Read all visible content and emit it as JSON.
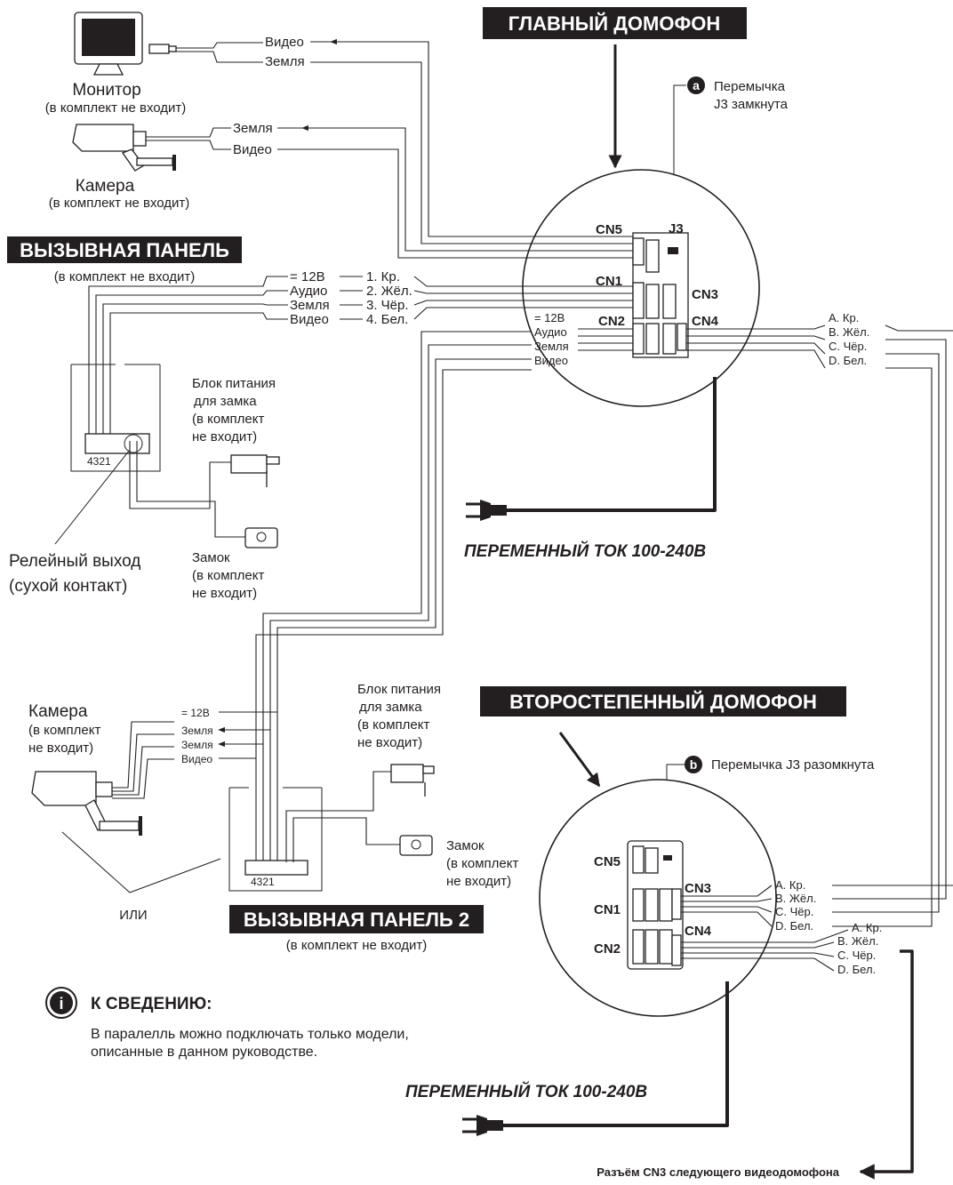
{
  "main_unit": {
    "title": "ГЛАВНЫЙ ДОМОФОН",
    "jumper_marker": "a",
    "jumper_note_1": "Перемычка",
    "jumper_note_2": "J3 замкнута",
    "j3": "J3",
    "cn5": "CN5",
    "cn1": "CN1",
    "cn2": "CN2",
    "cn3": "CN3",
    "cn4": "CN4",
    "ac_power": "ПЕРЕМЕННЫЙ ТОК 100-240В"
  },
  "monitor": {
    "title": "Монитор",
    "note": "(в комплект не входит)",
    "wire_video": "Видео",
    "wire_ground": "Земля"
  },
  "camera_top": {
    "title": "Камера",
    "note": "(в комплект не входит)",
    "wire_ground": "Земля",
    "wire_video": "Видео"
  },
  "call_panel_1": {
    "title": "ВЫЗЫВНАЯ ПАНЕЛЬ",
    "note": "(в комплект не входит)",
    "panel_wires": [
      "= 12В",
      "Аудио",
      "Земля",
      "Видео"
    ],
    "unit_wires": [
      "1. Кр.",
      "2. Жёл.",
      "3. Чёр.",
      "4. Бел."
    ],
    "terminal_numbers": "4321",
    "relay_output_1": "Релейный выход",
    "relay_output_2": "(сухой контакт)",
    "psu": [
      "Блок питания",
      "для замка",
      "(в комплект",
      "не входит)"
    ],
    "lock": [
      "Замок",
      "(в комплект",
      "не входит)"
    ]
  },
  "cn2_wires": [
    "= 12В",
    "Аудио",
    "Земля",
    "Видео"
  ],
  "cn4_wires_main": [
    "A. Кр.",
    "B. Жёл.",
    "C. Чёр.",
    "D. Бел."
  ],
  "call_panel_2": {
    "title": "ВЫЗЫВНАЯ ПАНЕЛЬ 2",
    "note": "(в комплект не входит)",
    "camera_title": [
      "Камера",
      "(в комплект",
      "не входит)"
    ],
    "camera_wires": [
      "= 12В",
      "Земля",
      "Земля",
      "Видео"
    ],
    "terminal_numbers": "4321",
    "or_label": "ИЛИ",
    "psu": [
      "Блок питания",
      "для замка",
      "(в комплект",
      "не входит)"
    ],
    "lock": [
      "Замок",
      "(в комплект",
      "не входит)"
    ]
  },
  "secondary_unit": {
    "title": "ВТОРОСТЕПЕННЫЙ ДОМОФОН",
    "jumper_marker": "b",
    "jumper_note": "Перемычка J3 разомкнута",
    "cn5": "CN5",
    "cn1": "CN1",
    "cn2": "CN2",
    "cn3": "CN3",
    "cn4": "CN4",
    "cn3_wires": [
      "A. Кр.",
      "B. Жёл.",
      "C. Чёр.",
      "D. Бел."
    ],
    "cn4_wires": [
      "A. Кр.",
      "B. Жёл.",
      "C. Чёр.",
      "D. Бел."
    ],
    "ac_power": "ПЕРЕМЕННЫЙ ТОК 100-240В"
  },
  "note": {
    "icon": "i",
    "heading": "К СВЕДЕНИЮ:",
    "line1": "В паралелль можно подключать только модели,",
    "line2": "описанные в данном руководстве."
  },
  "footer": "Разъём CN3 следующего видеодомофона"
}
